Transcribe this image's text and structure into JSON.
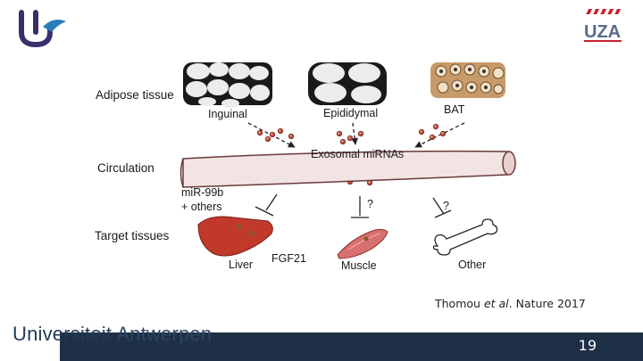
{
  "rows": {
    "adipose": "Adipose tissue",
    "circulation": "Circulation",
    "target": "Target tissues"
  },
  "tissues": {
    "inguinal": "Inguinal",
    "epididymal": "Epididymal",
    "bat": "BAT"
  },
  "exosomal": "Exosomal miRNAs",
  "mir_line1": "miR-99b",
  "mir_line2": "+ others",
  "targets": {
    "liver": "Liver",
    "fgf21": "FGF21",
    "muscle": "Muscle",
    "other": "Other"
  },
  "question_mark": "?",
  "citation": {
    "author": "Thomou ",
    "etal": "et al",
    "rest": ". Nature 2017"
  },
  "university": {
    "part1": "Universiteit ",
    "part2": "Antwerpen"
  },
  "uza_logo_text": "UZA",
  "page_number": "19",
  "colors": {
    "navy": "#1f2f45",
    "uza_red": "#c8202f",
    "uza_blue": "#5a6b8c",
    "liver": "#c0392b",
    "muscle": "#d97070",
    "vesicle": "#b84a3a"
  }
}
